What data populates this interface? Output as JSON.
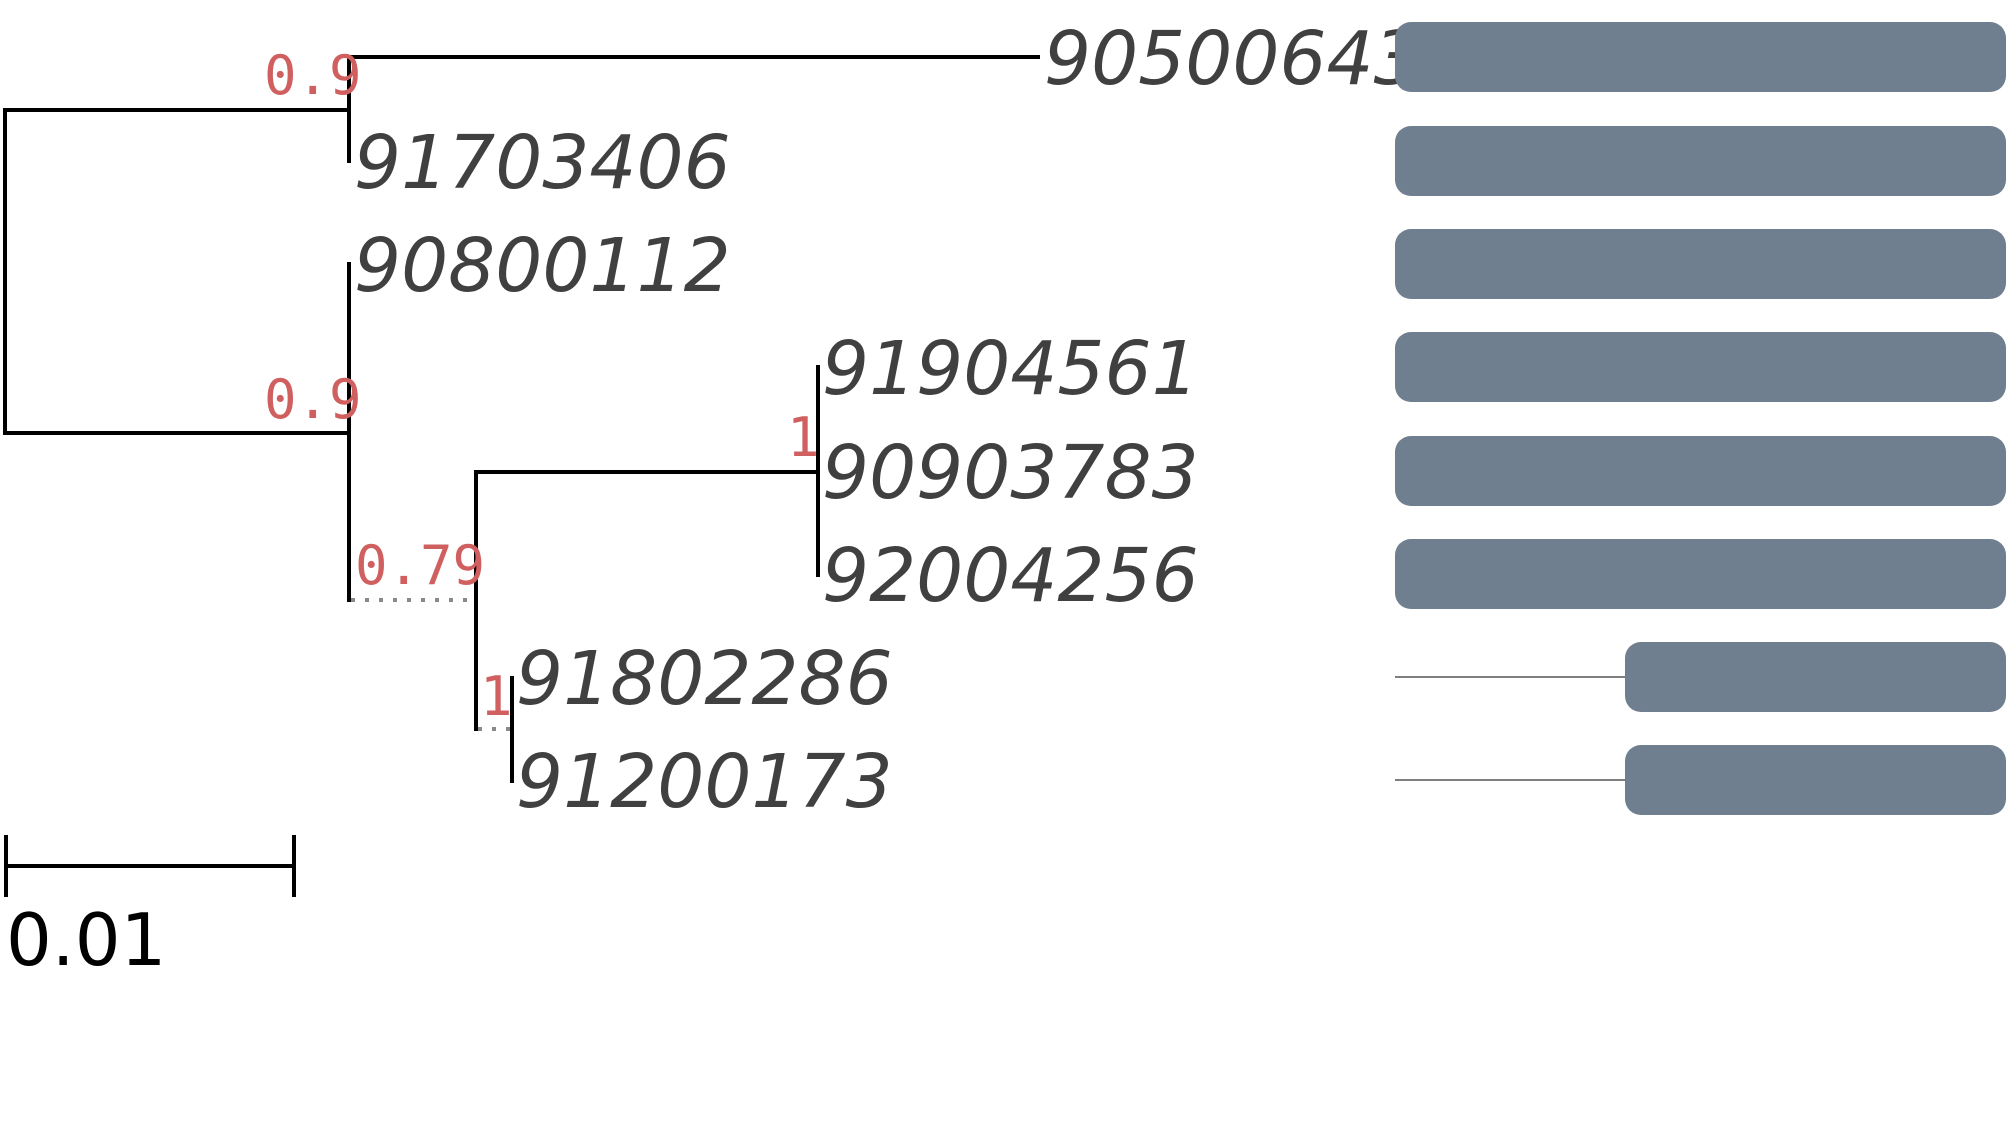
{
  "tree": {
    "leaves": [
      {
        "label": "90500643",
        "bar": "full"
      },
      {
        "label": "91703406",
        "bar": "full"
      },
      {
        "label": "90800112",
        "bar": "full"
      },
      {
        "label": "91904561",
        "bar": "full"
      },
      {
        "label": "90903783",
        "bar": "full"
      },
      {
        "label": "92004256",
        "bar": "full"
      },
      {
        "label": "91802286",
        "bar": "partial"
      },
      {
        "label": "91200173",
        "bar": "partial"
      }
    ],
    "supports": [
      "0.9",
      "0.9",
      "0.79",
      "1",
      "1"
    ],
    "scale_bar": {
      "label": "0.01"
    }
  },
  "colors": {
    "branch": "#000000",
    "leaf_label": "#404040",
    "support": "#d06060",
    "bar": "#6f7f8f",
    "dotted": "#8a8a8a"
  }
}
